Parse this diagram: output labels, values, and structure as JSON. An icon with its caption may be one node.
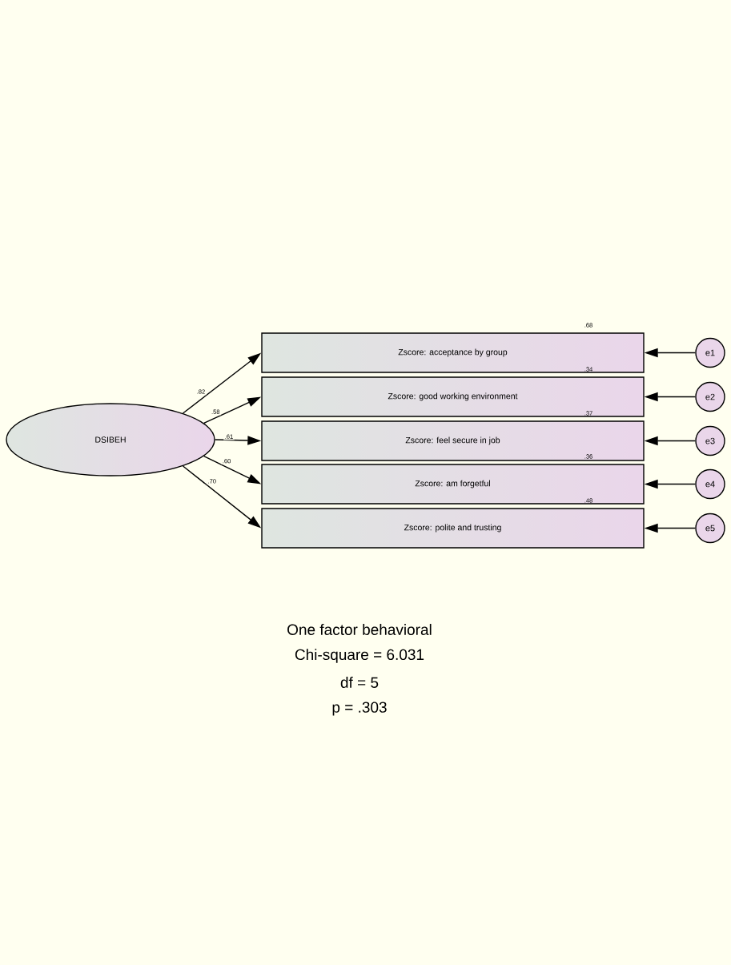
{
  "diagram": {
    "nodes": [
      {
        "text": [
          "DSIBEH"
        ]
      },
      {
        "text": [
          "Zscore:  acceptance by group"
        ]
      },
      {
        "text": [
          "Zscore:  good working environment"
        ]
      },
      {
        "text": [
          "Zscore:  feel secure in job"
        ]
      },
      {
        "text": [
          "Zscore:  am forgetful"
        ]
      },
      {
        "text": [
          "Zscore:  polite and trusting"
        ]
      },
      {
        "text": [
          "e1"
        ]
      },
      {
        "text": [
          "e2"
        ]
      },
      {
        "text": [
          "e3"
        ]
      },
      {
        "text": [
          "e4"
        ]
      },
      {
        "text": [
          "e5"
        ]
      }
    ],
    "edges": [
      {
        "from": 0,
        "to": 1,
        "arrow": "to",
        "label": ".82"
      },
      {
        "from": 0,
        "to": 2,
        "arrow": "to",
        "label": ".58"
      },
      {
        "from": 0,
        "to": 3,
        "arrow": "to",
        "label": ".61"
      },
      {
        "from": 0,
        "to": 4,
        "arrow": "to",
        "label": ".60"
      },
      {
        "from": 0,
        "to": 5,
        "arrow": "to",
        "label": ".70"
      },
      {
        "from": 6,
        "to": 1,
        "arrow": "to"
      },
      {
        "from": 7,
        "to": 2,
        "arrow": "to"
      },
      {
        "from": 8,
        "to": 3,
        "arrow": "to"
      },
      {
        "from": 9,
        "to": 4,
        "arrow": "to"
      },
      {
        "from": 10,
        "to": 5,
        "arrow": "to"
      }
    ],
    "labels": [
      ".68",
      ".34",
      ".37",
      ".36",
      ".48",
      "One factor behavioral",
      "Chi-square = 6.031",
      "df = 5",
      "p = .303"
    ]
  }
}
